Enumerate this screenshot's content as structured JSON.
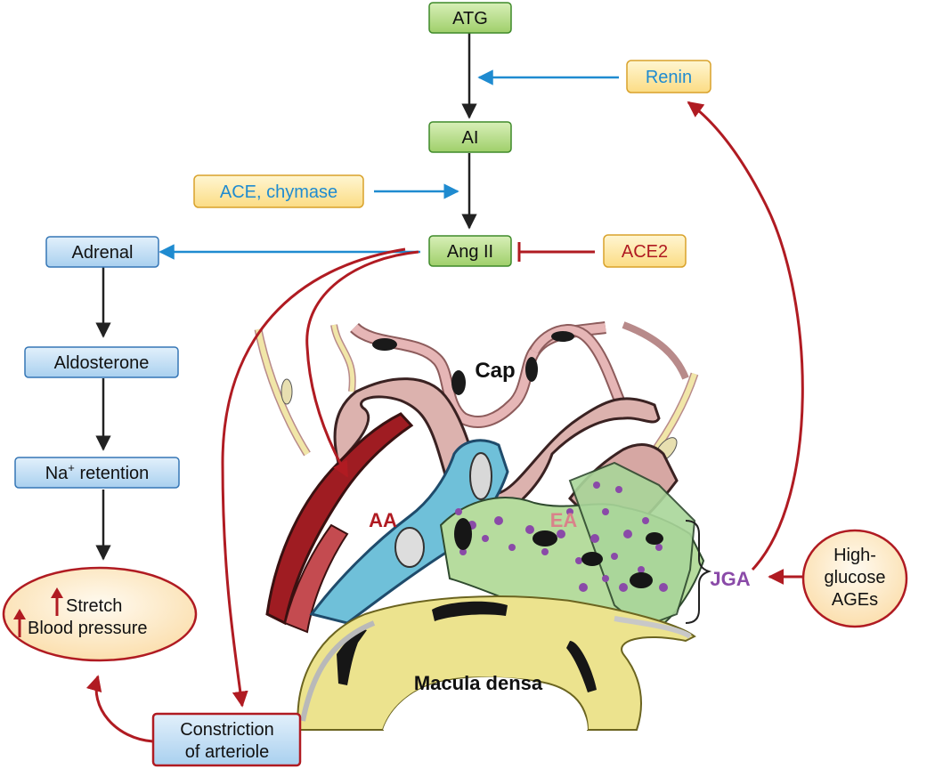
{
  "nodes": {
    "atg": "ATG",
    "ai": "AI",
    "ang2": "Ang II",
    "renin": "Renin",
    "ace_chymase": "ACE, chymase",
    "ace2": "ACE2",
    "adrenal": "Adrenal",
    "aldosterone": "Aldosterone",
    "na_prefix": "Na",
    "na_sup": "+",
    "na_suffix": " retention",
    "stretch": "Stretch",
    "blood_pressure": "Blood pressure",
    "constriction_line1": "Constriction",
    "constriction_line2": "of arteriole",
    "high_glucose_line1": "High-",
    "high_glucose_line2": "glucose",
    "high_glucose_line3": "AGEs"
  },
  "anatomy": {
    "cap": "Cap",
    "aa": "AA",
    "ea": "EA",
    "jga": "JGA",
    "macula_densa": "Macula densa"
  },
  "colors": {
    "green_fill": "#b9dd8c",
    "green_stroke": "#3f8a2a",
    "yellow_fill": "#fde9a8",
    "yellow_stroke": "#d9a22b",
    "blue_fill": "#bcdcf5",
    "blue_stroke": "#3576b5",
    "blue_text": "#1f8bd0",
    "red": "#b01b22",
    "black_arrow": "#222222",
    "purple": "#8a4aa8",
    "pink": "#d9828a"
  }
}
